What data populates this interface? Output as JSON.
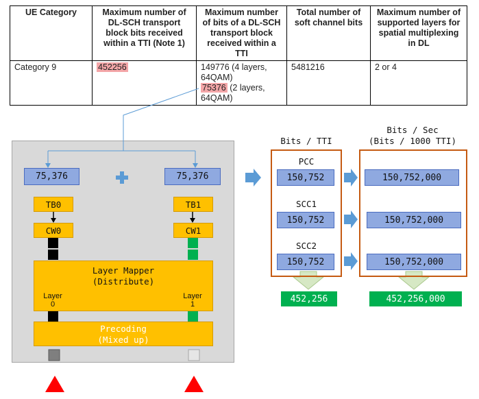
{
  "table": {
    "headers": [
      "UE Category",
      "Maximum number of DL-SCH transport block bits received within a TTI (Note 1)",
      "Maximum number of bits of a DL-SCH transport block received within a TTI",
      "Total number of soft channel bits",
      "Maximum number of supported layers for spatial multiplexing in DL"
    ],
    "row": {
      "category": "Category 9",
      "max_tb_bits": "452256",
      "max_bits_line1": "149776 (4 layers, 64QAM)",
      "max_bits_line2_value": "75376",
      "max_bits_line2_rest": " (2 layers, 64QAM)",
      "soft_bits": "5481216",
      "layers": "2 or 4"
    }
  },
  "left_diagram": {
    "tb_value_left": "75,376",
    "tb_value_right": "75,376",
    "tb0": "TB0",
    "tb1": "TB1",
    "cw0": "CW0",
    "cw1": "CW1",
    "layer_mapper_line1": "Layer Mapper",
    "layer_mapper_line2": "(Distribute)",
    "layer0_label": "Layer",
    "layer0_num": "0",
    "layer1_label": "Layer",
    "layer1_num": "1",
    "precoding_line1": "Precoding",
    "precoding_line2": "(Mixed up)"
  },
  "bits_tti": {
    "header": "Bits / TTI",
    "pcc_label": "PCC",
    "pcc_value": "150,752",
    "scc1_label": "SCC1",
    "scc1_value": "150,752",
    "scc2_label": "SCC2",
    "scc2_value": "150,752",
    "total": "452,256"
  },
  "bits_sec": {
    "header_line1": "Bits / Sec",
    "header_line2": "(Bits / 1000 TTI)",
    "pcc_value": "150,752,000",
    "scc1_value": "150,752,000",
    "scc2_value": "150,752,000",
    "total": "452,256,000"
  },
  "colors": {
    "blue_box": "#8fa9e0",
    "orange_box": "#ffc000",
    "green_total": "#00b050",
    "highlight": "#f4a6a8",
    "group_border": "#c55a11",
    "arrow_blue": "#5b9bd5",
    "panel_gray": "#d9d9d9",
    "antenna_red": "#ff0000"
  }
}
